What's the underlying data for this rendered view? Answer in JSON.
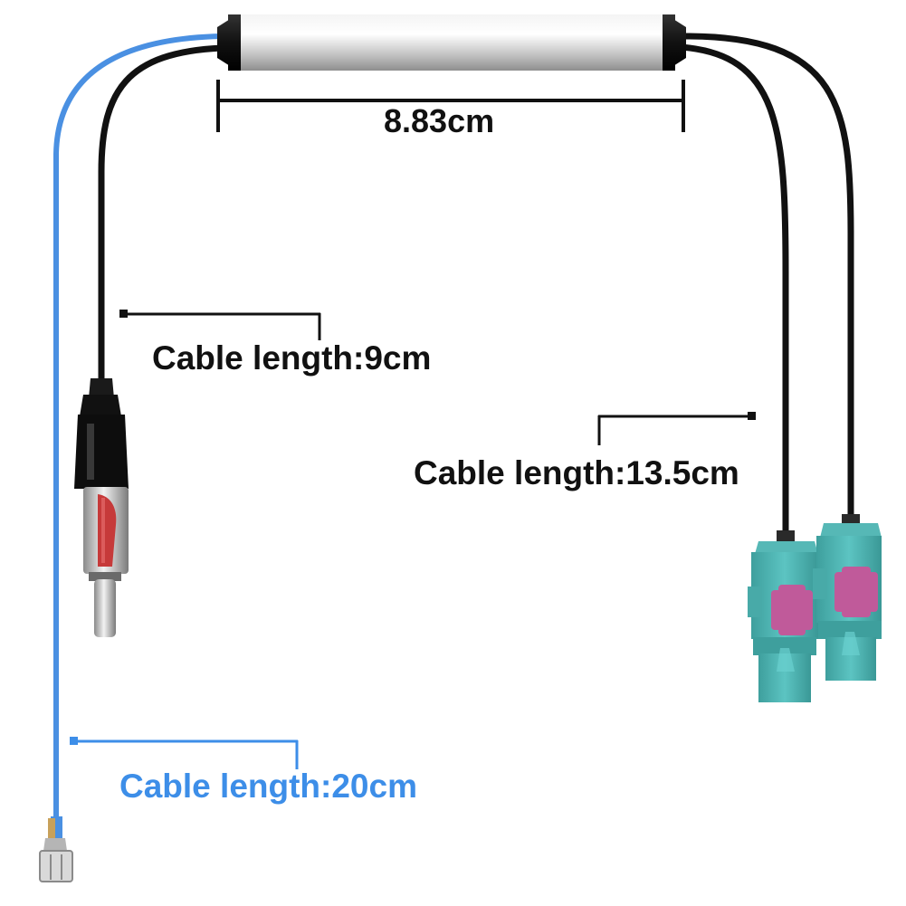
{
  "product": {
    "dimension_label": "8.83cm",
    "cable_labels": {
      "black_cable": "Cable length:9cm",
      "fakra_cables": "Cable length:13.5cm",
      "blue_wire": "Cable length:20cm"
    }
  },
  "colors": {
    "label_text": "#111111",
    "blue_label_text": "#3d8ee8",
    "blue_wire": "#4a90e2",
    "black_cable": "#111111",
    "fakra_connector": "#4db6b4",
    "fakra_key": "#c05a9a",
    "din_plug_sleeve": "#c63a3a",
    "filter_body": "#c9c9c9"
  },
  "icons": [
    "din-antenna-plug-icon",
    "fakra-connector-icon",
    "spade-terminal-icon",
    "inline-filter-icon"
  ]
}
